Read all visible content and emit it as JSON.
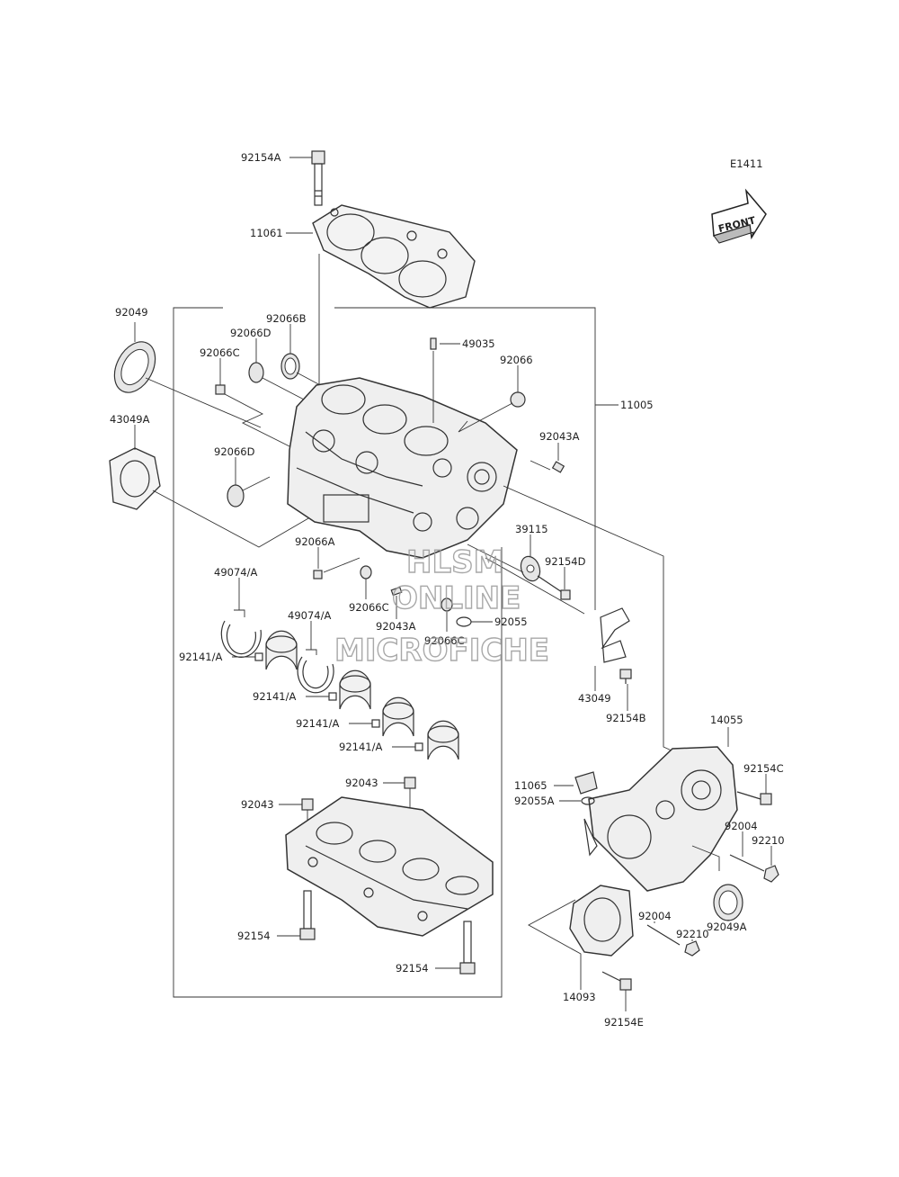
{
  "diagram_id": "E1411",
  "front_badge": "FRONT",
  "watermark": [
    "HLSM",
    "ONLINE",
    "MICROFICHE"
  ],
  "labels": {
    "l92154A": "92154A",
    "l11061": "11061",
    "l92049": "92049",
    "l92066B": "92066B",
    "l92066D_top": "92066D",
    "l92066C_top": "92066C",
    "l49035": "49035",
    "l92066": "92066",
    "l11005": "11005",
    "l43049A": "43049A",
    "l92043A_right": "92043A",
    "l92066D_left": "92066D",
    "l39115": "39115",
    "l92154D": "92154D",
    "l92066A": "92066A",
    "l92066C_mid": "92066C",
    "l92043A_mid": "92043A",
    "l92055": "92055",
    "l92066C_low": "92066C",
    "l49074A_1": "49074/A",
    "l49074A_2": "49074/A",
    "l92141A_1": "92141/A",
    "l92141A_2": "92141/A",
    "l92141A_3": "92141/A",
    "l92141A_4": "92141/A",
    "l43049": "43049",
    "l92154B": "92154B",
    "l14055": "14055",
    "l11065": "11065",
    "l92055A": "92055A",
    "l92154C": "92154C",
    "l92004_a": "92004",
    "l92210_a": "92210",
    "l92043_a": "92043",
    "l92043_b": "92043",
    "l92154_a": "92154",
    "l92154_b": "92154",
    "l92004_b": "92004",
    "l92210_b": "92210",
    "l92049A": "92049A",
    "l14093": "14093",
    "l92154E": "92154E"
  }
}
